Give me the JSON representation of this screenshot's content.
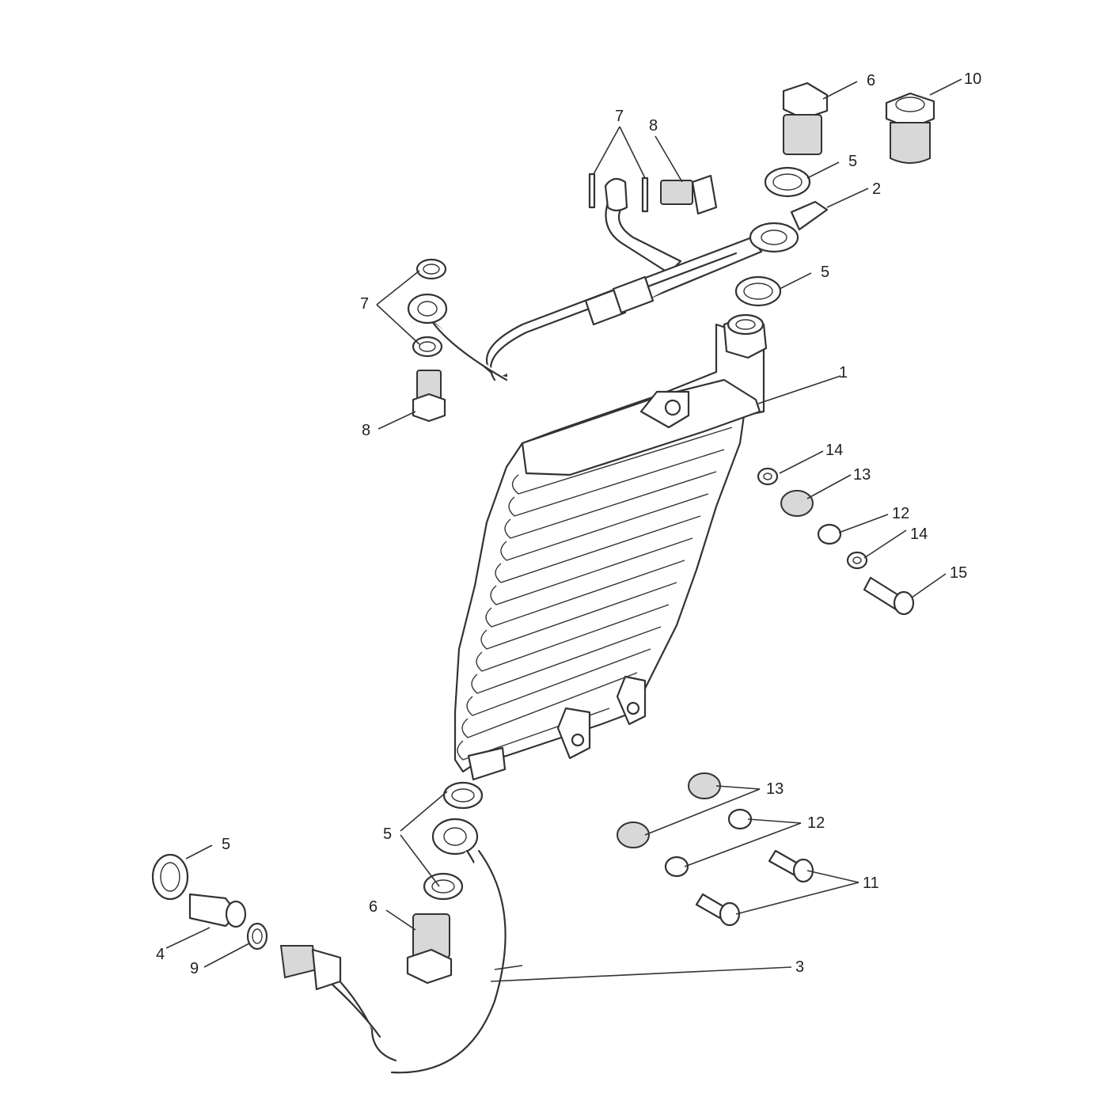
{
  "diagram": {
    "callouts": {
      "c1": "1",
      "c2": "2",
      "c3": "3",
      "c4": "4",
      "c5a": "5",
      "c5b": "5",
      "c5c": "5",
      "c5d": "5",
      "c6a": "6",
      "c6b": "6",
      "c7a": "7",
      "c7b": "7",
      "c8a": "8",
      "c8b": "8",
      "c9": "9",
      "c10": "10",
      "c11": "11",
      "c12a": "12",
      "c12b": "12",
      "c13a": "13",
      "c13b": "13",
      "c14a": "14",
      "c14b": "14",
      "c15": "15"
    }
  }
}
